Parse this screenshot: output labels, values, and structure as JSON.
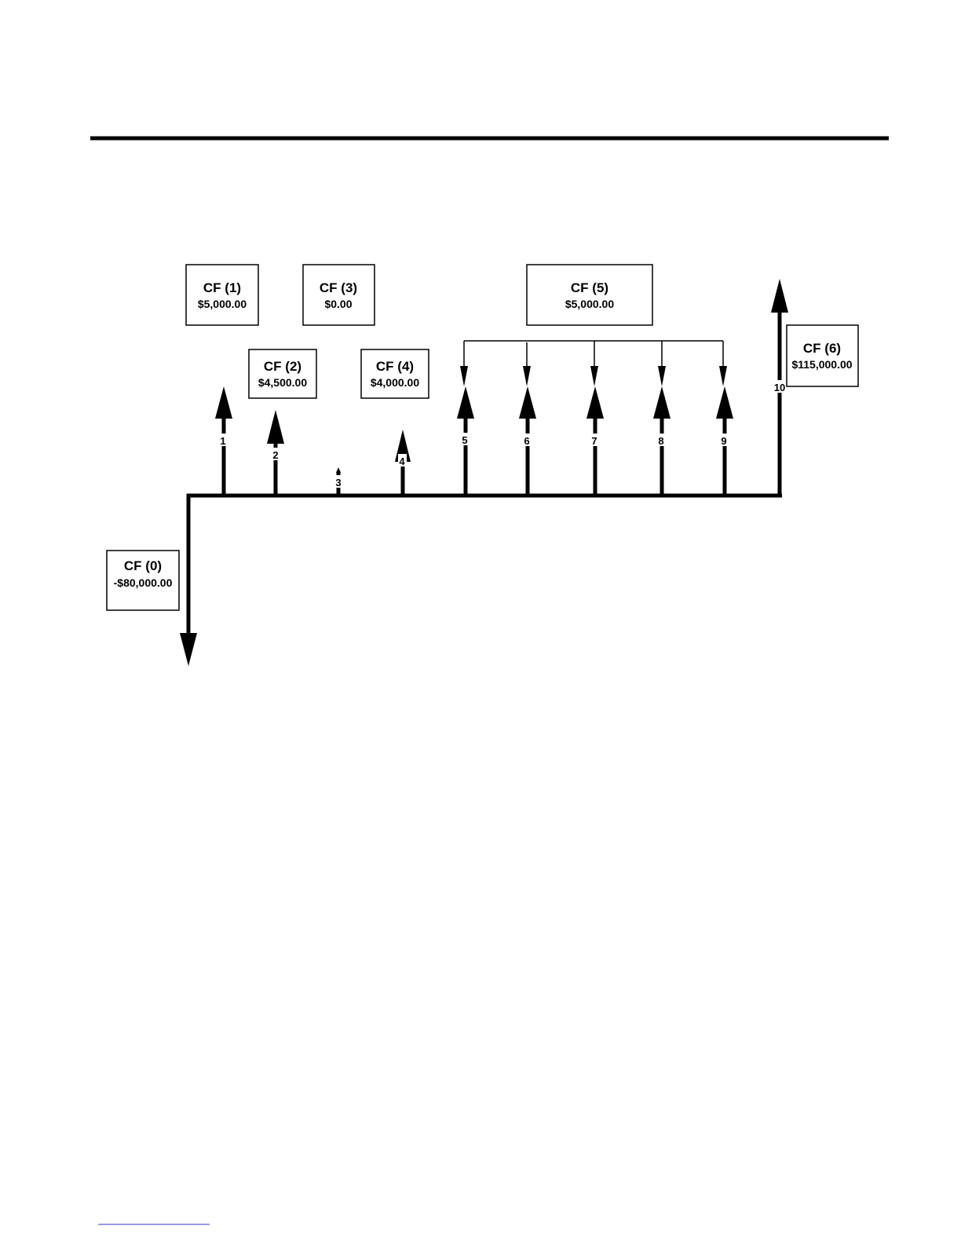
{
  "cash_flows": [
    {
      "label": "CF (0)",
      "value": "-$80,000.00"
    },
    {
      "label": "CF (1)",
      "value": "$5,000.00"
    },
    {
      "label": "CF (2)",
      "value": "$4,500.00"
    },
    {
      "label": "CF (3)",
      "value": "$0.00"
    },
    {
      "label": "CF (4)",
      "value": "$4,000.00"
    },
    {
      "label": "CF (5)",
      "value": "$5,000.00"
    },
    {
      "label": "CF (6)",
      "value": "$115,000.00"
    }
  ],
  "periods": [
    "1",
    "2",
    "3",
    "4",
    "5",
    "6",
    "7",
    "8",
    "9",
    "10"
  ],
  "colors": {
    "ink": "#000000",
    "background": "#ffffff",
    "footnote_rule": "#3333cc"
  }
}
